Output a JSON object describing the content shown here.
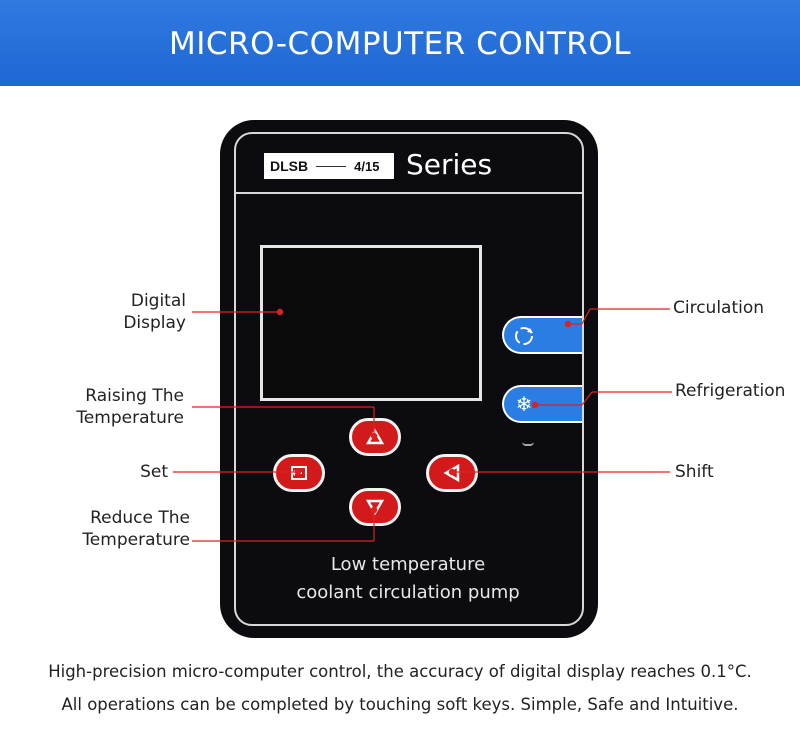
{
  "banner": {
    "title": "MICRO-COMPUTER CONTROL"
  },
  "device": {
    "model_prefix": "DLSB",
    "model_suffix": "4/15",
    "series_label": "Series",
    "caption_line1": "Low temperature",
    "caption_line2": "coolant circulation pump"
  },
  "callouts": {
    "digital_display": [
      "Digital",
      "Display"
    ],
    "raising": [
      "Raising The",
      "Temperature"
    ],
    "set": "Set",
    "reduce": [
      "Reduce The",
      "Temperature"
    ],
    "circulation": "Circulation",
    "refrigeration": "Refrigeration",
    "shift": "Shift"
  },
  "icons": {
    "circulation": "circulation-arrows-icon",
    "refrigeration": "snowflake-icon",
    "up": "triangle-up-icon",
    "down": "triangle-down-icon",
    "set": "set-enter-icon",
    "shift": "triangle-left-icon"
  },
  "colors": {
    "banner": "#1f66d4",
    "key_red": "#d21a1a",
    "key_blue": "#2a7de2",
    "callout_line": "#e02020"
  },
  "footer": {
    "line1": "High-precision micro-computer control, the accuracy of digital display reaches 0.1°C.",
    "line2": "All operations can be completed by touching soft keys. Simple, Safe and Intuitive."
  }
}
